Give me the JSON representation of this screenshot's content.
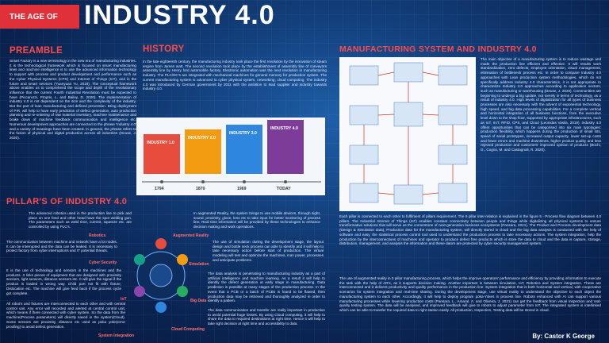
{
  "header": {
    "badge": "THE AGE OF",
    "title": "INDUSTRY 4.0"
  },
  "preamble": {
    "heading": "PREAMBLE",
    "text": "Smart Factory is a new terminology in the new era of manufacturing industries. It is the technological framework which is focused on smart manufacturing lines and machine intelligence is to use the advanced information technology to support with process and product development and performance such as the Cyber Physical Systems (CPS) and Internet of Things (IoT), and in the future and smart services (Yuanyuan Yu, 2018). The conceptual framework above enables us to comprehend the scope and depth of the revolutionary influence that the current Fourth Industrial Revolution must be expected to have (Piccarozzi, Propris, L. and Bailey, D. 2020). The implementation of industry 4.0 is not dependent on the size and the complexity of the industry. But the part of lean manufacturing and defined prevention. Bring deployment of PIR, will help to have early prediction of defect generation, auto production planning and re-ordering of raw material inventory, machine maintenance and brake down of machine feedback communication and intelligence etc. Numerous development approaches are connected to the phrase 'Industry 4.0' and a variety of meanings have been created. In general, the phrase refers to the fusion of physical and digital production across all industries (Deuse, J. 2020)."
  },
  "history": {
    "heading": "HISTORY",
    "text": "In the late eighteenth century, the manufacturing industry took place the first revolution by the innovation of steam engine from James watt. The second revolution took place by the establishment of assembly line of conveyors assembly line by Henry ford automobile factory. Electronic automation was the next revolution in manufacturing industry. The PLC/NC's are integrated with mechanical machines for general memory for production system. The current manufacturing system is advanced to cyber physical system, networking, cloud computing. The industry 4.0 was introduced by German government by 2011 with the ambition to lead supplier and industry towards industry 4.0.",
    "timeline": {
      "stages": [
        "INDUSTRY 1.0",
        "INDUSTRY 2.0",
        "INDUSTRY 3.0",
        "INDUSTRY 4.0"
      ],
      "years": [
        "1794",
        "1870",
        "1969",
        "TODAY"
      ]
    }
  },
  "pillars": {
    "heading": "PILLAR'S OF INDUSTRY 4.0",
    "items": [
      {
        "label": "Robotics",
        "text": "The advanced robotics used in the production line to pick and place on one feed and other head have the spot welding gun. The parameters such as weld time, current, squeeze etc. are controlled by using PLC's."
      },
      {
        "label": "Cyber Security",
        "text": "The communication between machine and network have a lot nodes. It can be interrupted and the data can be leaked. It is necessary to protect factory from cyber interruptions and IT potential threats."
      },
      {
        "label": "IoT",
        "text": "It is the use of technology and sensors in the machines and the products. It links pieces of equipment that are designed with proximity sensors, light sensors, distance sensors etc. It will give the signal if the product is loaded in wrong way. Child part not fit with fixture, Dislocation etc. The machine will give feed back if the process cycle got complete."
      },
      {
        "label": "System Integration",
        "text": "All robot's and fixtures are interconnected to each other and with central control unit. Any error will recorded and alerted at central control unit, which means if there connected with cyber system. So the data from the machine(Process parameters) will directly saved in the system(Cloud). Some sensors are proximity, distance etc used as poka yoke(error proofing) to avoid defect generation."
      },
      {
        "label": "Augmented Reality",
        "text": "In augmented Reality, the system brings to use mobile devices, through sight, sound, proximity, glove, lens etc to take input for better monitoring of process line. Real time information will be provided by these technologies to enhance decision making and work operations."
      },
      {
        "label": "Simulation",
        "text": "The use of simulation during the development stage, the layout design and bottle neck process can able to identify and it will help to take necessary action before start of production. The virtual modeling will test and optimize the machines, man power, processes and anticipate problems."
      },
      {
        "label": "Big Data",
        "text": "The data analysis is penetrating to manufacturing industry as a part of artificial intelligence and machine learning. As a result it will help to identify the defect generation at early stage in manufacturing. Data prediction is possible at many stages of the production process. In the event that a PCB or a batch of PCBs is found to be flawed, then production data may be retrieved and thoroughly analyzed in order to identify a pattern."
      },
      {
        "label": "Cloud Computing",
        "text": "The data communication and transfer are really important in production to avoid potential huge losses. By using Cloud computing, it will help to share the data to required destinations at right time. Hence it will help to take right decision at right time and accessibility to data."
      }
    ]
  },
  "mfg": {
    "heading": "MANUFACTURING SYSTEM AND INDUSTRY 4.0",
    "right_text": "The main objective of a manufacturing system is to reduce wastage and made the production line efficient and effective. It will results work standardization, zero defects, employee orientation, visual management, elimination of bottleneck process etc. In order to compare Industry 4.0 approaches with Lean production system methodologies, which do not specifically address Industry 4.0 characteristics, it is not appropriate to characterize Industry 4.0 approaches according to application sectors, such as manufacturing or warehousing (Deuse, J. 2020). Communities are beginning to undergo a big update, not merely in terms of technology, as a result of industry 4.0. High levels of digitalization for all types of business processes are also necessary with the advent of exponential technology, high speed, and big data processing capabilities. For a complete vertical and horizontal integration of all business functions, from the executive level down to the shop floor, supported by appropriate infrastructures, such as IoT, IIoT, RFID, CPS, and Cloud (Leonidas Vasila, 2019). Industry 4.0 offers opportunities that can be categorised into six main typologies: production flexibility, which happens during the production of small lots, speed of serial prototypes, increased output capacity, lower set-up costs and fewer errors and machine downtimes, higher product quality and less rejected production and customers' improved opinion of products (Büchi, G., Cugno, M. and Castagnoli, R. 2020).",
    "para1": "Each pillar is connected to each other to fulfilment of pillars requirement. The 9 pillar inter-relation is explained in the figure 5 - Process flow diagram between 4.0 pillars. The Industrial Internet of Things (IoT) enables constant connectivity between people and things while digitalizing all physical systems to ensure transformative solutions that will serve as the cornerstone of next-generation business ecosystems (Pansara, 2021). The Product and Process development data (Design & Simulation data), Production data for the manufacturing system, will directly stored in cloud and the big data analysis is conducted with the help of software and easy. the statistical process control tool used to understand the production process to take necessary actions. The system integration, help the production by the interconnections of machines and operator to produce defect free products which is store the data to cloud and the data is capture, storage, distribution, management, and analysis the information and these data's are protected by cyber security management system.",
    "para2": "The use of augmented reality in 0 pillar manufacturing process, which helps the improve operators' performance and efficiency by providing information to execute the task with the help of AR's, as it supports decision making. Another important is between simulation, IoT, Robotics and System integration. These are interconnected and it delivers productivity and quality performance in the production line. System integration that is both horizontal and vertical, with cooperative scenarios for system integration and real-time sharing. During the development stage, use virtual reality to understand the objective to each object the manufacturing system to each other. Accordingly, it will help to deploy program poka-Yokes in process line. Robots enhanced with AI can support various manufacturing processes while lowering production costs (Pansara, L., Amaral, A. and Oliveira, J. 2021) can get the feedback from visual inspection and real-quality testing system. The data will be analysed, and improved feedback will give to robots to adjust parameter from IoT. The integrated system is interlinked which can be able to transfer the required data to right station easily. All production, Inspection, Testing data will be stored in cloud."
  },
  "author": "By: Castor K George",
  "colors": {
    "accent_red": "#ff4a4a",
    "badge_red": "#e0313a",
    "bg_dark": "#0a2350"
  }
}
